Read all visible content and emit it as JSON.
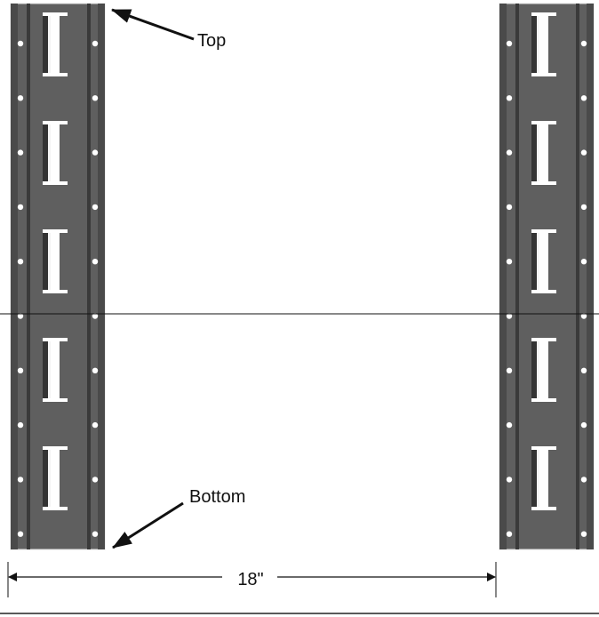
{
  "labels": {
    "top": "Top",
    "bottom": "Bottom",
    "spacing": "18\""
  },
  "rails": {
    "count": 2,
    "slots_per_rail": 5,
    "holes_per_side": 10,
    "color": "#5f5f5f",
    "edge_color": "#4a4a4a",
    "channel_color": "#3a3a3a"
  }
}
